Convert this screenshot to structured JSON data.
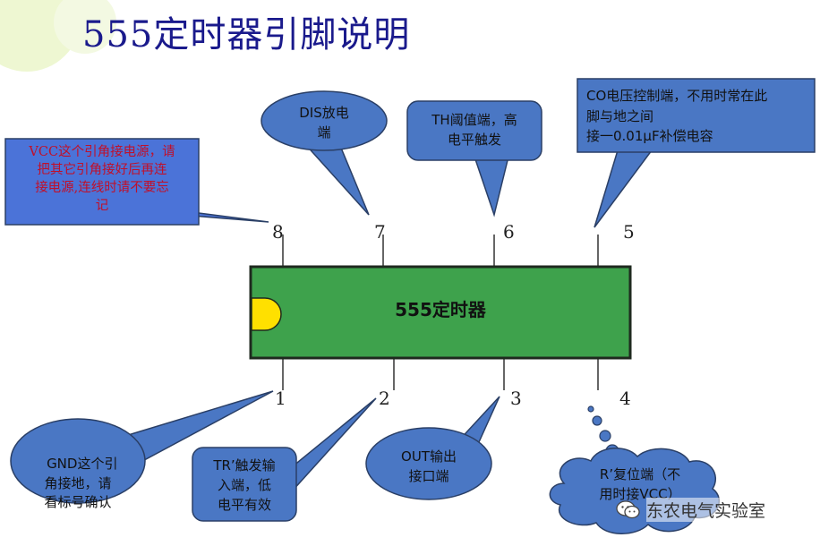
{
  "title": "555定时器引脚说明",
  "chip": {
    "label": "555定时器"
  },
  "pins": [
    "8",
    "7",
    "6",
    "5",
    "1",
    "2",
    "3",
    "4"
  ],
  "callouts": {
    "vcc": "VCC这个引角接电源，请\n把其它引角接好后再连\n接电源,连线时请不要忘\n记",
    "dis": "DIS放电\n端",
    "th": "TH阈值端，高\n电平触发",
    "co": "CO电压控制端，不用时常在此\n脚与地之间\n接一0.01μF补偿电容",
    "gnd_part1": "GND",
    "gnd_part2": "这个引\n角接地，请\n看标号确认",
    "tr": "TR’触发输\n入端，低\n电平有效",
    "out": "OUT输出\n接口端",
    "reset": "R’复位端（不\n用时接VCC）"
  },
  "watermark": "东农电气实验室",
  "colors": {
    "title": "#1a1a8c",
    "bubble_fill": "#4a77c4",
    "bubble_stroke": "#2a3f66",
    "chip_fill": "#3ea24c",
    "chip_stroke": "#1f2a1f",
    "notch": "#ffe000",
    "vcc_text": "#c0102a",
    "vcc_fill": "#4b73d8",
    "deco": "#eef7d2"
  },
  "icons": [
    "wechat-icon"
  ]
}
